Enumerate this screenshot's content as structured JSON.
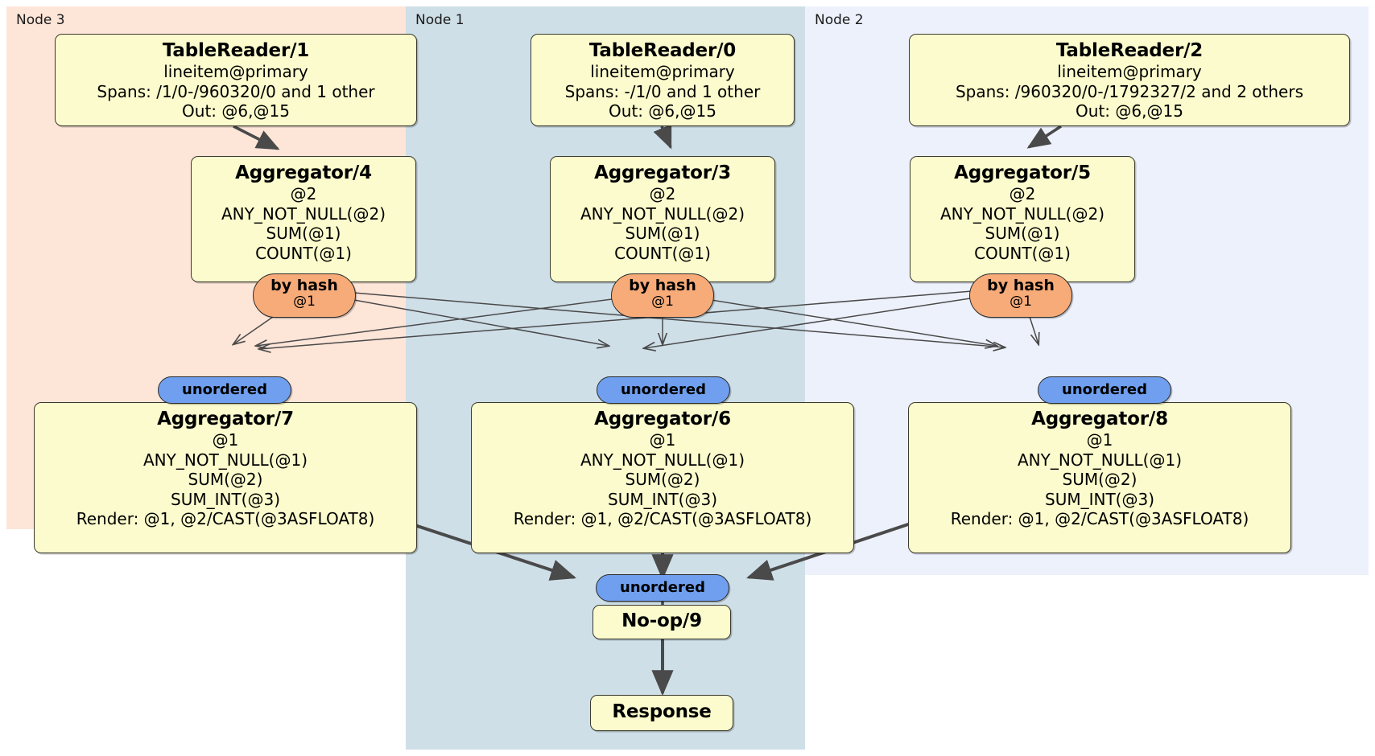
{
  "diagram": {
    "type": "distributed-query-plan",
    "colors": {
      "node3_bg": "#fde5d8",
      "node1_bg": "#cfdfe8",
      "node2_bg": "#edf1fb",
      "processor_fill": "#fbfbcd",
      "hash_router_fill": "#f7ab79",
      "unordered_router_fill": "#6f9fee",
      "edge_stroke": "#4a4a4a"
    }
  },
  "clusters": [
    {
      "id": "node3",
      "label": "Node 3"
    },
    {
      "id": "node1",
      "label": "Node 1"
    },
    {
      "id": "node2",
      "label": "Node 2"
    }
  ],
  "processors": {
    "tablereader1": {
      "title": "TableReader/1",
      "lines": [
        "lineitem@primary",
        "Spans: /1/0-/960320/0 and 1 other",
        "Out: @6,@15"
      ]
    },
    "tablereader0": {
      "title": "TableReader/0",
      "lines": [
        "lineitem@primary",
        "Spans: -/1/0 and 1 other",
        "Out: @6,@15"
      ]
    },
    "tablereader2": {
      "title": "TableReader/2",
      "lines": [
        "lineitem@primary",
        "Spans: /960320/0-/1792327/2 and 2 others",
        "Out: @6,@15"
      ]
    },
    "aggregator4": {
      "title": "Aggregator/4",
      "lines": [
        "@2",
        "ANY_NOT_NULL(@2)",
        "SUM(@1)",
        "COUNT(@1)"
      ]
    },
    "aggregator3": {
      "title": "Aggregator/3",
      "lines": [
        "@2",
        "ANY_NOT_NULL(@2)",
        "SUM(@1)",
        "COUNT(@1)"
      ]
    },
    "aggregator5": {
      "title": "Aggregator/5",
      "lines": [
        "@2",
        "ANY_NOT_NULL(@2)",
        "SUM(@1)",
        "COUNT(@1)"
      ]
    },
    "aggregator7": {
      "title": "Aggregator/7",
      "lines": [
        "@1",
        "ANY_NOT_NULL(@1)",
        "SUM(@2)",
        "SUM_INT(@3)",
        "Render: @1, @2/CAST(@3ASFLOAT8)"
      ]
    },
    "aggregator6": {
      "title": "Aggregator/6",
      "lines": [
        "@1",
        "ANY_NOT_NULL(@1)",
        "SUM(@2)",
        "SUM_INT(@3)",
        "Render: @1, @2/CAST(@3ASFLOAT8)"
      ]
    },
    "aggregator8": {
      "title": "Aggregator/8",
      "lines": [
        "@1",
        "ANY_NOT_NULL(@1)",
        "SUM(@2)",
        "SUM_INT(@3)",
        "Render: @1, @2/CAST(@3ASFLOAT8)"
      ]
    },
    "noop9": {
      "title": "No-op/9",
      "lines": []
    },
    "response": {
      "title": "Response",
      "lines": []
    }
  },
  "routers": {
    "hash_left": {
      "label": "by hash",
      "sub": "@1"
    },
    "hash_mid": {
      "label": "by hash",
      "sub": "@1"
    },
    "hash_right": {
      "label": "by hash",
      "sub": "@1"
    },
    "unord_left": {
      "label": "unordered"
    },
    "unord_mid": {
      "label": "unordered"
    },
    "unord_right": {
      "label": "unordered"
    },
    "unord_final": {
      "label": "unordered"
    }
  }
}
